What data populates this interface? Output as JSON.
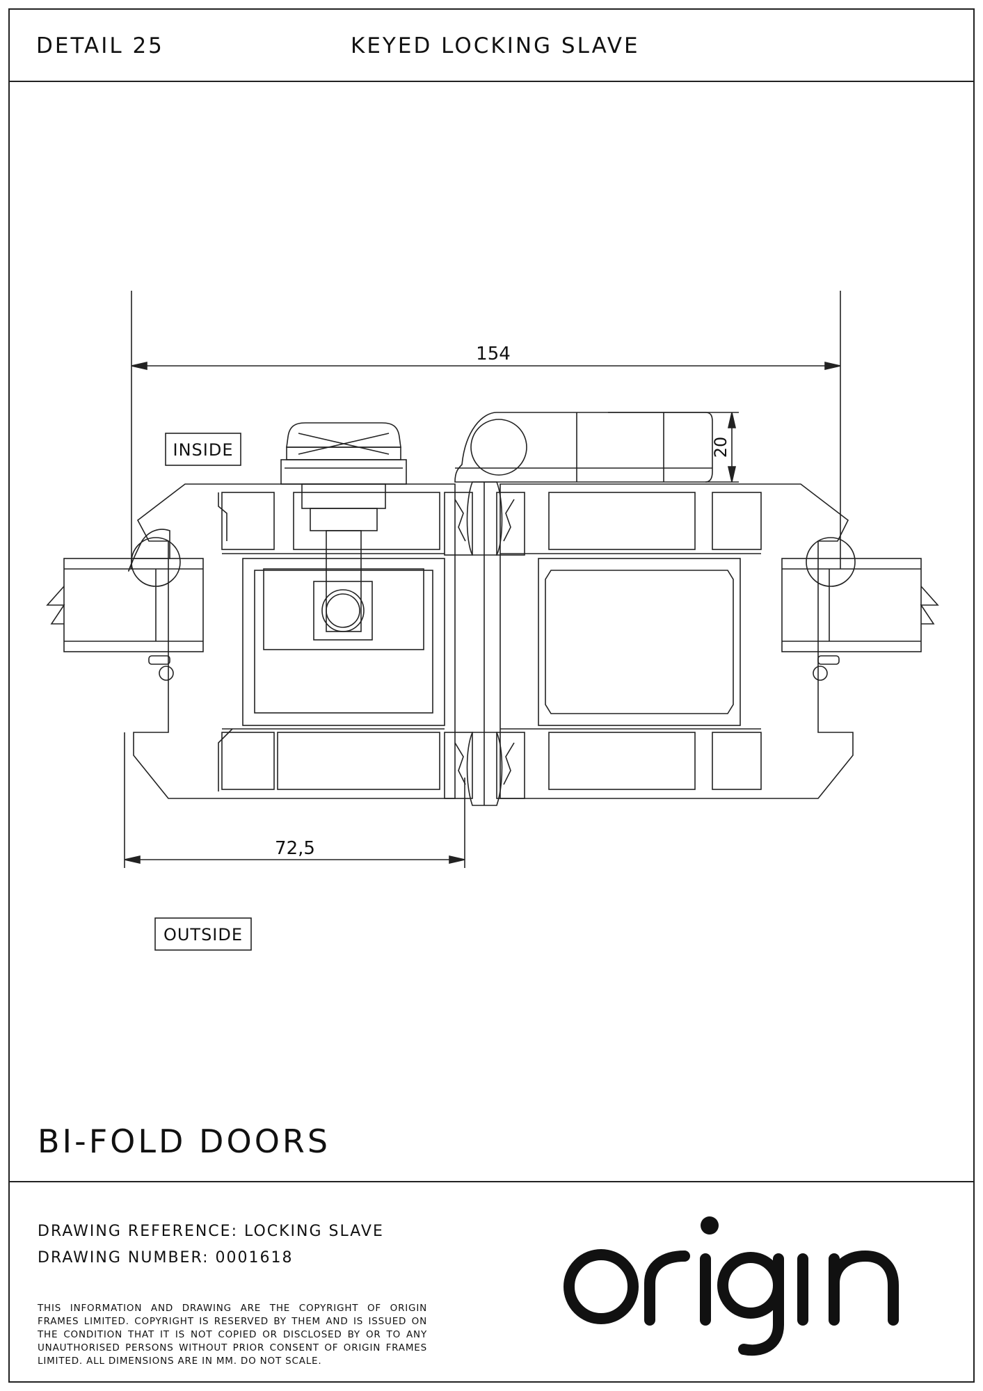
{
  "header": {
    "detail": "DETAIL 25",
    "title": "KEYED LOCKING SLAVE"
  },
  "drawing": {
    "label_inside": "INSIDE",
    "label_outside": "OUTSIDE",
    "dim_overall": "154",
    "dim_handle_height": "20",
    "dim_half": "72,5"
  },
  "product": {
    "title": "BI-FOLD DOORS"
  },
  "footer": {
    "drawing_reference": "DRAWING REFERENCE: LOCKING SLAVE",
    "drawing_number": "DRAWING NUMBER: 0001618",
    "copyright": "THIS INFORMATION AND DRAWING ARE THE COPYRIGHT OF ORIGIN FRAMES LIMITED. COPYRIGHT IS RESERVED BY THEM AND IS ISSUED ON THE CONDITION THAT IT IS NOT COPIED OR DISCLOSED BY OR TO ANY UNAUTHORISED PERSONS WITHOUT PRIOR CONSENT OF ORIGIN FRAMES LIMITED. ALL DIMENSIONS ARE IN MM. DO NOT SCALE.",
    "logo_text": "origin"
  },
  "colors": {
    "line": "#222222",
    "background": "#ffffff"
  }
}
